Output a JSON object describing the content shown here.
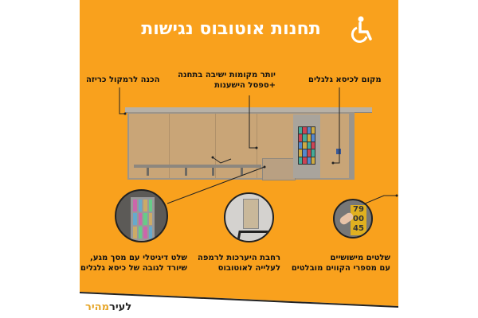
{
  "title": "תחנות אוטובוס נגישות",
  "icons": {
    "accessibility": "wheelchair-icon"
  },
  "colors": {
    "background": "#f9a11d",
    "text": "#111111",
    "title": "#ffffff"
  },
  "callouts": {
    "speaker": "הכנה לרמקול כריזה",
    "seating_line1": "יותר מקומות ישיבה בתחנה",
    "seating_line2": "+ספסל הישענות",
    "wheelchair_spot": "מקום לכיסא גלגלים",
    "digital_sign_line1": "שלט דיגיטלי עם מסך מגע,",
    "digital_sign_line2": "שיורד לגובה של כיסא גלגלים",
    "ramp_line1": "רחבת היערכות לרמפה",
    "ramp_line2": "לעלייה לאוטובוס",
    "tactile_line1": "שלטים מישושיים",
    "tactile_line2": "עם מספרי הקווים מובלטים"
  },
  "tactile_numbers": [
    "79",
    "00",
    "45"
  ],
  "logo": {
    "part1": "מהיר",
    "part2": "לעיר"
  }
}
